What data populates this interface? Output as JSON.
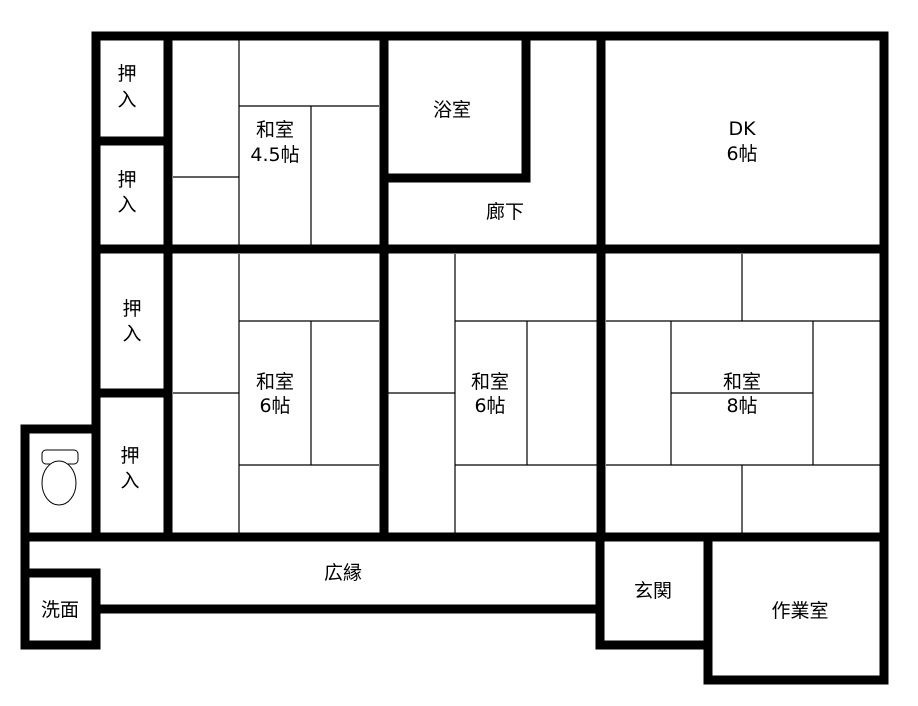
{
  "colors": {
    "wall": "#000000",
    "background": "#ffffff"
  },
  "rooms": {
    "closet1": [
      "押",
      "入"
    ],
    "closet2": [
      "押",
      "入"
    ],
    "closet3": [
      "押",
      "入"
    ],
    "closet4": [
      "押",
      "入"
    ],
    "washitsu_45": [
      "和室",
      "4.5帖"
    ],
    "bath": "浴室",
    "hallway": "廊下",
    "dk": [
      "DK",
      "6帖"
    ],
    "washitsu_6a": [
      "和室",
      "6帖"
    ],
    "washitsu_6b": [
      "和室",
      "6帖"
    ],
    "washitsu_8": [
      "和室",
      "8帖"
    ],
    "engawa": "広縁",
    "washroom": "洗面",
    "entrance": "玄関",
    "workroom": "作業室"
  },
  "icons": {
    "toilet": "toilet-icon"
  }
}
